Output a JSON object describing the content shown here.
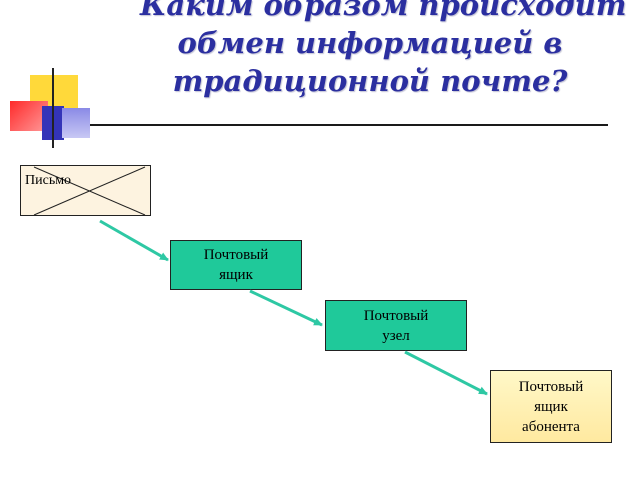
{
  "title": {
    "line1": "Каким образом происходит",
    "line2": "обмен информацией в",
    "line3": "традиционной  почте?"
  },
  "diagram": {
    "letter": {
      "label": "Письмо"
    },
    "mailbox": {
      "line1": "Почтовый",
      "line2": "ящик"
    },
    "post_office": {
      "line1": "Почтовый",
      "line2": "узел"
    },
    "recipient_box": {
      "line1": "Почтовый",
      "line2": "ящик",
      "line3": "абонента"
    }
  },
  "colors": {
    "title": "#2b2fa0",
    "node_green": "#1fc99a",
    "node_yellow": "#fff3b8",
    "arrow": "#2ec8a4",
    "letter_bg": "#fdf3e0"
  }
}
